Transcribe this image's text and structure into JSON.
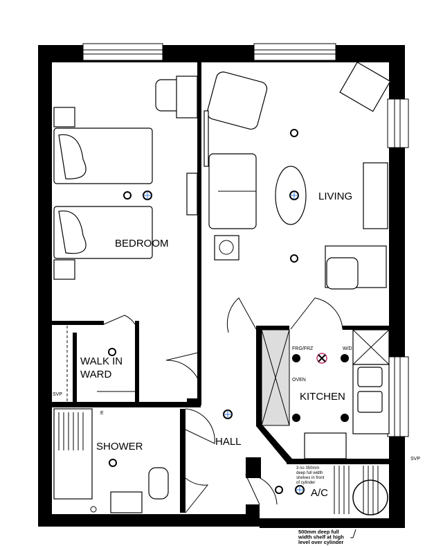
{
  "rooms": {
    "bedroom": "BEDROOM",
    "living": "LIVING",
    "walk_in_ward_line1": "WALK IN",
    "walk_in_ward_line2": "WARD",
    "kitchen": "KITCHEN",
    "shower": "SHOWER",
    "hall": "HALL",
    "ac": "A/C"
  },
  "appliances": {
    "fridge_freezer": "FRG/FRZ",
    "washer_dryer": "W/D",
    "oven": "OVEN"
  },
  "annotations": {
    "svp_right": "SVP",
    "svp_left": "SVP",
    "shelves_note": [
      "3 no 350mm",
      "deep full width",
      "shelves in front",
      "of cylinder"
    ],
    "shelf_note": [
      "500mm deep full",
      "width shelf at high",
      "level over cylinder"
    ],
    "electric_label": "E"
  },
  "colors": {
    "wall": "#000000",
    "extractor_accent": "#c0306a",
    "light_fitting_accent": "#3a7bd5"
  }
}
